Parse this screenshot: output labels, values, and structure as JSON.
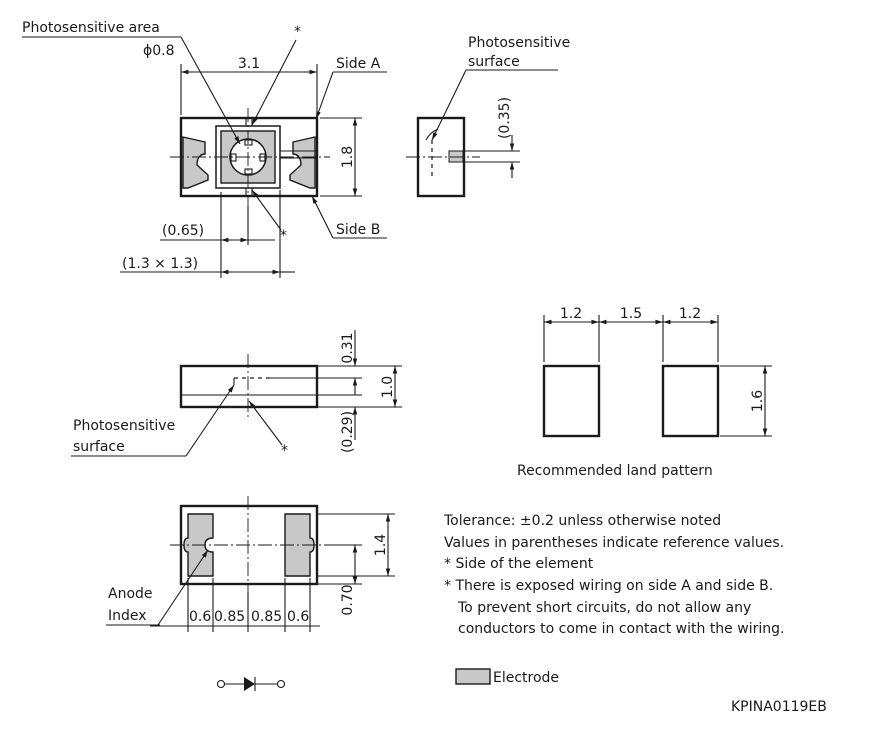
{
  "labels": {
    "photosensitive_area": "Photosensitive area",
    "phi_08": "ϕ0.8",
    "star": "*",
    "side_a": "Side A",
    "side_b": "Side B",
    "photosensitive_surface_1": "Photosensitive",
    "photosensitive_surface_2": "surface",
    "surface_word": "surface",
    "anode_1": "Anode",
    "anode_2": "Index",
    "land_pattern": "Recommended land pattern",
    "electrode_legend": "Electrode",
    "code": "KPINA0119EB"
  },
  "dims": {
    "d_31": "3.1",
    "d_18": "1.8",
    "d_035": "(0.35)",
    "d_065": "(0.65)",
    "d_13x13": "(1.3 × 1.3)",
    "d_031": "0.31",
    "d_10": "1.0",
    "d_029": "(0.29)",
    "d_14": "1.4",
    "d_070": "0.70",
    "d_06a": "0.6",
    "d_085a": "0.85",
    "d_085b": "0.85",
    "d_06b": "0.6",
    "d_12a": "1.2",
    "d_15": "1.5",
    "d_12b": "1.2",
    "d_16": "1.6"
  },
  "notes": {
    "tolerance": "Tolerance: ±0.2 unless otherwise noted",
    "reference": "Values in parentheses indicate reference values.",
    "side_note": "* Side of the element",
    "wiring_1": "* There is exposed wiring on side A and side B.",
    "wiring_2": "To prevent short circuits, do not allow any",
    "wiring_3": "conductors to come in contact with the wiring."
  },
  "colors": {
    "electrode_fill": "#c8c8c8",
    "line": "#1a1a1a"
  }
}
